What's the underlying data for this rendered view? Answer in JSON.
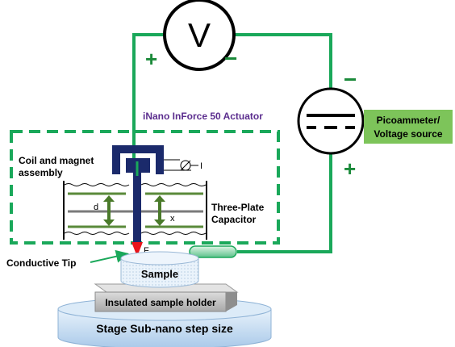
{
  "diagram": {
    "voltmeter_symbol": "V",
    "plus_sign": "+",
    "minus_sign": "−",
    "actuator_label": "iNano InForce 50 Actuator",
    "coil_label_line1": "Coil and magnet",
    "coil_label_line2": "assembly",
    "current_label": "I",
    "d_label": "d",
    "x_label": "x",
    "capacitor_label_line1": "Three-Plate",
    "capacitor_label_line2": "Capacitor",
    "force_label": "F",
    "tip_label": "Conductive Tip",
    "sample_label": "Sample",
    "holder_label": "Insulated sample holder",
    "stage_label": "Stage Sub-nano step size",
    "source_label_line1": "Picoammeter/",
    "source_label_line2": "Voltage source"
  },
  "colors": {
    "wire_green": "#1aa85a",
    "sign_green": "#1b8a3a",
    "actuator_purple": "#5b2d8e",
    "coil_navy": "#1b2a6b",
    "plate_green": "#5a8a3a",
    "plate_gray": "#7a7a7a",
    "tip_red": "#e8141a",
    "source_box": "#7dc45a",
    "stage_blue": "#bcd8f2",
    "holder_gray": "#c7c7c7"
  }
}
